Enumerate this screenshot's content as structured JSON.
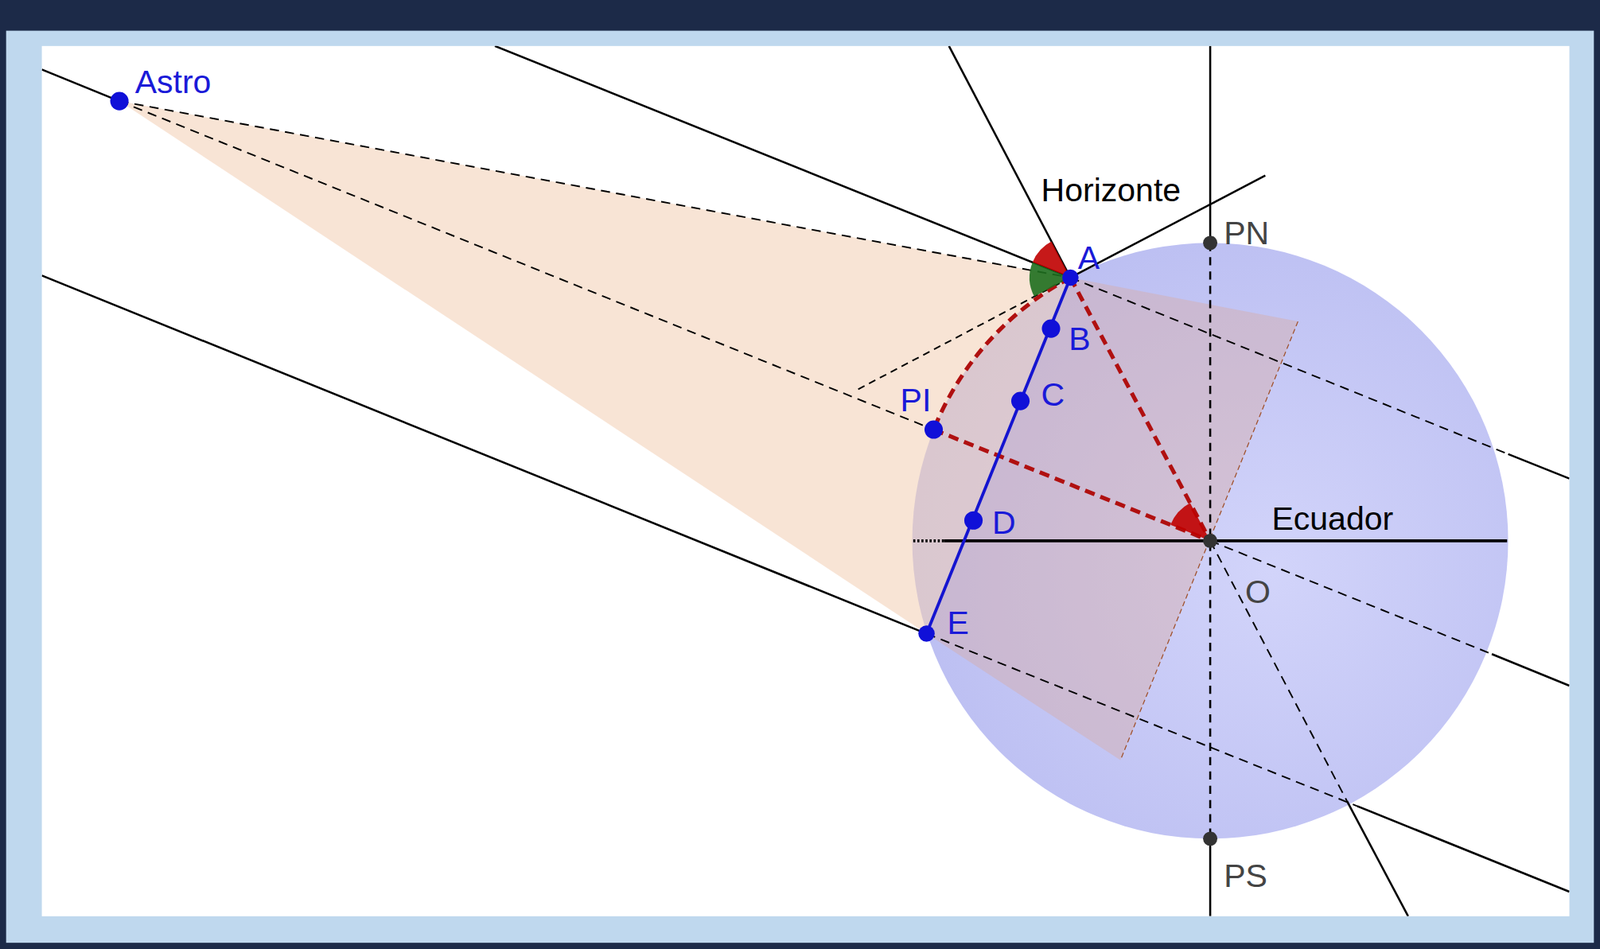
{
  "diagram": {
    "labels": [
      "Astro",
      "Horizonte",
      "PN",
      "A",
      "B",
      "C",
      "PI",
      "D",
      "Ecuador",
      "O",
      "E",
      "PS"
    ]
  }
}
